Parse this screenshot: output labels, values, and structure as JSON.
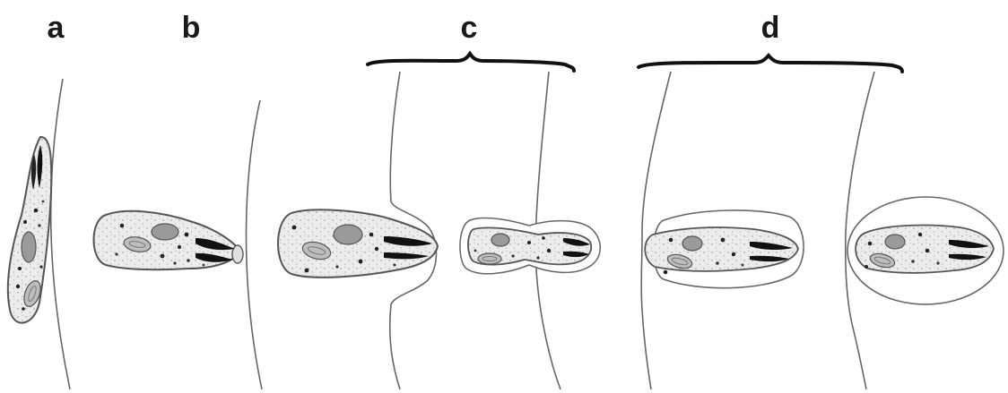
{
  "panels": [
    {
      "id": "a",
      "label": "a"
    },
    {
      "id": "b",
      "label": "b"
    },
    {
      "id": "c",
      "label": "c"
    },
    {
      "id": "d",
      "label": "d"
    }
  ],
  "colors": {
    "outline": "#555555",
    "cell_fill": "#e9e9e9",
    "nucleus_fill": "#9a9a9a",
    "dark_fill": "#111111",
    "bracket": "#111111"
  }
}
